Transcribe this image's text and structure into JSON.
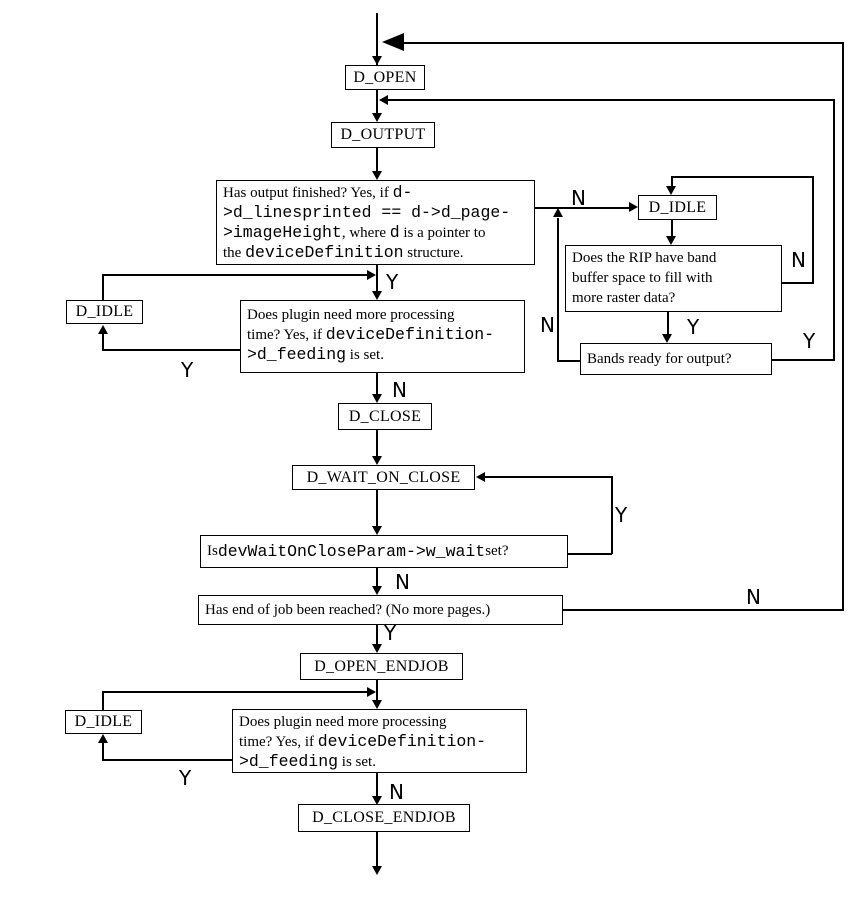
{
  "diagram": {
    "background_color": "#ffffff",
    "line_color": "#000000",
    "yes_label": "Y",
    "no_label": "N",
    "states": {
      "open": "D_OPEN",
      "output": "D_OUTPUT",
      "idle": "D_IDLE",
      "close": "D_CLOSE",
      "wait_on_close": "D_WAIT_ON_CLOSE",
      "open_endjob": "D_OPEN_ENDJOB",
      "close_endjob": "D_CLOSE_ENDJOB"
    },
    "decisions": {
      "output_finished": {
        "l1t": "Has output finished? Yes, if ",
        "l1c": "d-",
        "l2c": ">d_linesprinted == d->d_page-",
        "l3c1": ">imageHeight",
        "l3t1": ", where ",
        "l3c2": "d",
        "l3t2": " is a pointer to",
        "l4t1": "the ",
        "l4c": "deviceDefinition",
        "l4t2": " structure."
      },
      "plugin_feeding": {
        "l1": "Does plugin need more processing",
        "l2t": "time? Yes, if ",
        "l2c": "deviceDefinition-",
        "l3c": ">d_feeding",
        "l3t": " is set."
      },
      "band_buffer": {
        "l1": "Does the RIP have band",
        "l2": "buffer space to fill with",
        "l3": "more raster data?"
      },
      "bands_ready": "Bands ready for output?",
      "wait_param": {
        "t1": "Is ",
        "c": "devWaitOnCloseParam->w_wait",
        "t2": " set?"
      },
      "end_of_job": "Has end of job been reached? (No more pages.)"
    }
  }
}
